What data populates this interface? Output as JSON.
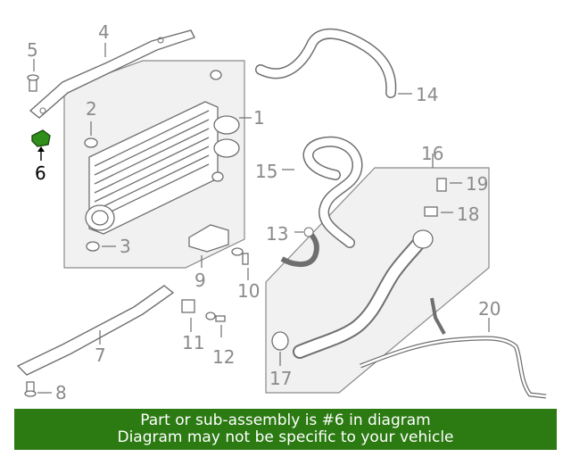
{
  "callouts": [
    {
      "id": "1",
      "text": "1"
    },
    {
      "id": "2",
      "text": "2"
    },
    {
      "id": "3",
      "text": "3"
    },
    {
      "id": "4",
      "text": "4"
    },
    {
      "id": "5",
      "text": "5"
    },
    {
      "id": "6",
      "text": "6",
      "highlighted": true
    },
    {
      "id": "7",
      "text": "7"
    },
    {
      "id": "8",
      "text": "8"
    },
    {
      "id": "9",
      "text": "9"
    },
    {
      "id": "10",
      "text": "10"
    },
    {
      "id": "11",
      "text": "11"
    },
    {
      "id": "12",
      "text": "12"
    },
    {
      "id": "13",
      "text": "13"
    },
    {
      "id": "14",
      "text": "14"
    },
    {
      "id": "15",
      "text": "15"
    },
    {
      "id": "16",
      "text": "16"
    },
    {
      "id": "17",
      "text": "17"
    },
    {
      "id": "18",
      "text": "18"
    },
    {
      "id": "19",
      "text": "19"
    },
    {
      "id": "20",
      "text": "20"
    }
  ],
  "banner": {
    "line1": "Part or sub-assembly is #6 in diagram",
    "line2": "Diagram may not be specific to your vehicle"
  },
  "colors": {
    "banner_bg": "#2b7a12",
    "highlight_part": "#2f8f1a",
    "panel_fill": "#f1f1f1",
    "line": "#6f6f6f",
    "label": "#8a8a8a"
  }
}
